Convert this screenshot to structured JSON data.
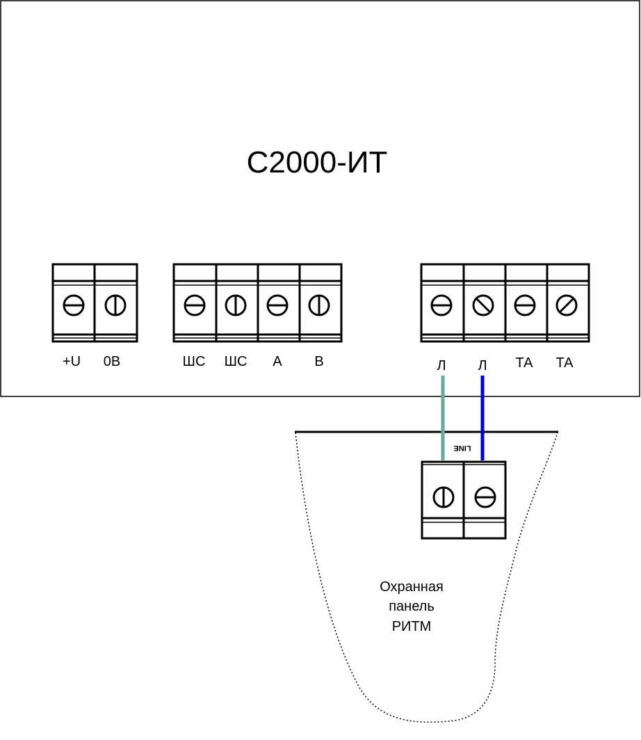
{
  "device": {
    "title": "С2000-ИТ"
  },
  "terminal_groups": [
    {
      "id": "power",
      "labels": [
        "+U",
        "0В"
      ]
    },
    {
      "id": "loop",
      "labels": [
        "ШС",
        "ШС",
        "А",
        "В"
      ]
    },
    {
      "id": "line",
      "labels": [
        "Л",
        "Л",
        "ТА",
        "ТА"
      ]
    }
  ],
  "panel": {
    "caption_lines": [
      "Охранная",
      "панель",
      "РИТМ"
    ],
    "connector_text": "LINE"
  },
  "wires": [
    {
      "from": "Л (1)",
      "to": "РИТМ terminal 1",
      "color": "#67AB9F"
    },
    {
      "from": "Л (2)",
      "to": "РИТМ terminal 2",
      "color": "#0000CC"
    }
  ]
}
